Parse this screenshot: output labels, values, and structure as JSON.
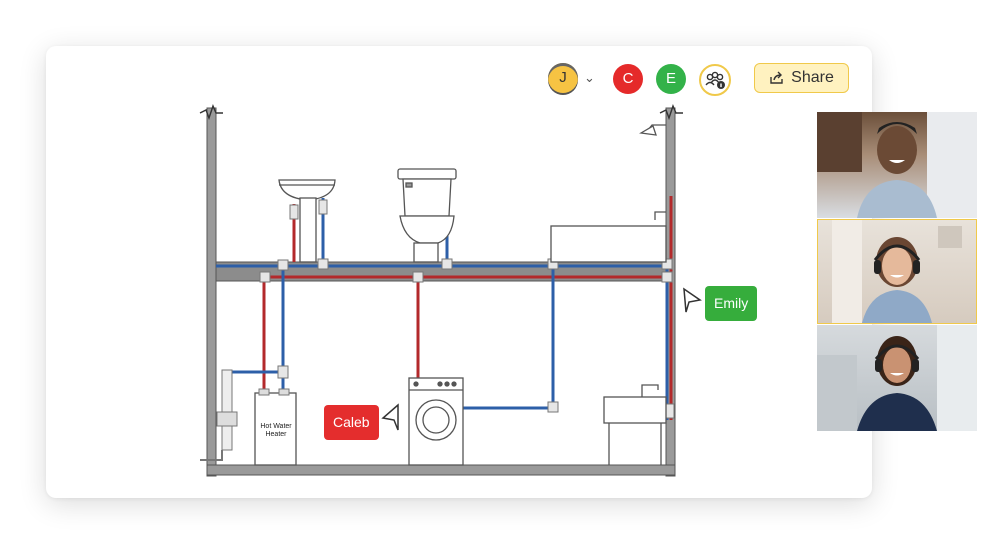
{
  "collaborators": [
    {
      "initial": "J",
      "color": "#f6c343"
    },
    {
      "initial": "C",
      "color": "#e52a2a"
    },
    {
      "initial": "E",
      "color": "#33b249"
    }
  ],
  "toolbar": {
    "share_label": "Share",
    "accent": "#f0c94a"
  },
  "diagram": {
    "heater_label_line1": "Hot Water",
    "heater_label_line2": "Heater"
  },
  "cursors": {
    "emily": "Emily",
    "caleb": "Caleb"
  },
  "colors": {
    "hot_pipe": "#b3292b",
    "cold_pipe": "#2d5fa8",
    "emily": "#36ad3c",
    "caleb": "#e42d2d"
  }
}
